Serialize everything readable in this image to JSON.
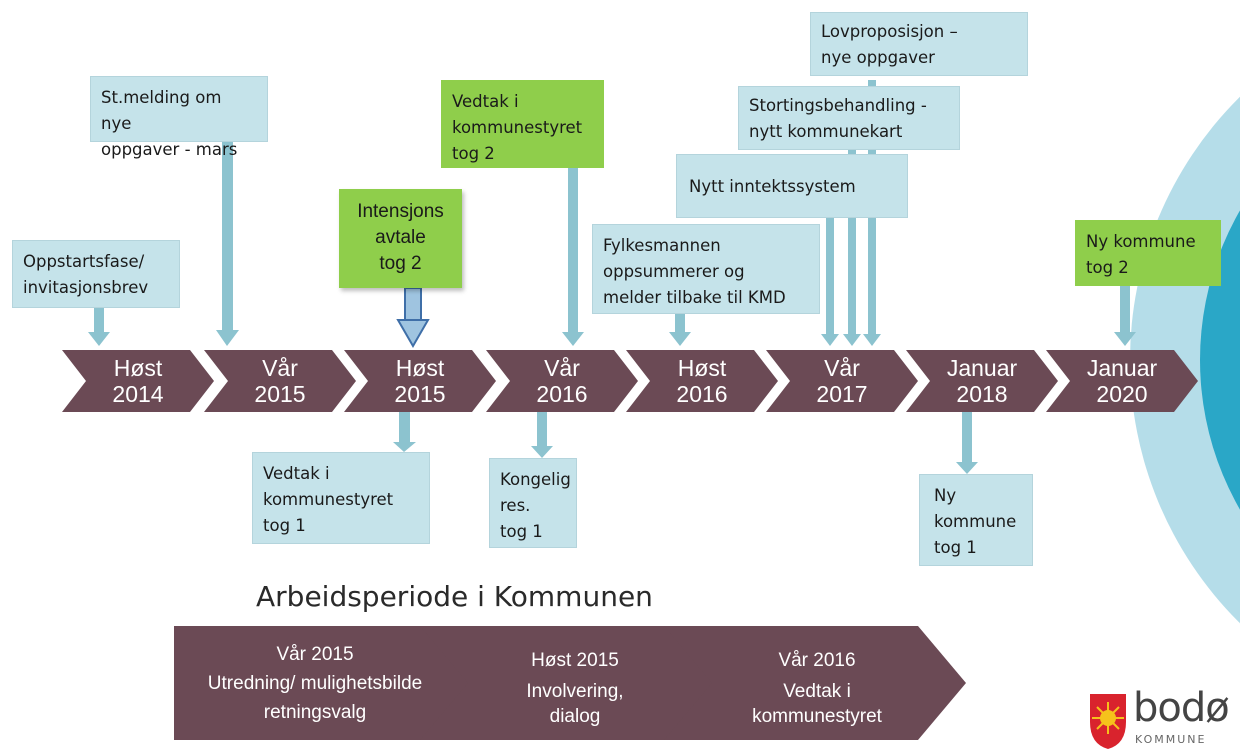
{
  "timeline": {
    "steps": [
      {
        "line1": "Høst",
        "line2": "2014"
      },
      {
        "line1": "Vår",
        "line2": "2015"
      },
      {
        "line1": "Høst",
        "line2": "2015"
      },
      {
        "line1": "Vår",
        "line2": "2016"
      },
      {
        "line1": "Høst",
        "line2": "2016"
      },
      {
        "line1": "Vår",
        "line2": "2017"
      },
      {
        "line1": "Januar",
        "line2": "2018"
      },
      {
        "line1": "Januar",
        "line2": "2020"
      }
    ]
  },
  "boxes": {
    "oppstart": [
      "Oppstartsfase/",
      "invitasjonsbrev"
    ],
    "stmelding": [
      "St.melding om nye",
      "oppgaver - mars"
    ],
    "intensjon": [
      "Intensjons",
      "avtale",
      "tog 2"
    ],
    "vedtak_tog2": [
      "Vedtak i",
      "kommunestyret",
      "tog 2"
    ],
    "fylkesmannen": [
      "Fylkesmannen",
      "oppsummerer og",
      "melder tilbake til KMD"
    ],
    "inntekt": [
      "Nytt inntektssystem"
    ],
    "storting": [
      "Stortingsbehandling -",
      "nytt kommunekart"
    ],
    "lovprop": [
      "Lovproposisjon –",
      "nye oppgaver"
    ],
    "ny_kommune_tog2": [
      "Ny kommune",
      "tog 2"
    ],
    "vedtak_tog1": [
      "Vedtak i",
      "kommunestyret",
      "tog 1"
    ],
    "kongelig": [
      "Kongelig",
      "res.",
      "tog 1"
    ],
    "ny_kommune_tog1": [
      "Ny",
      "kommune",
      "tog 1"
    ]
  },
  "work_period": {
    "title": "Arbeidsperiode i Kommunen",
    "phases": [
      {
        "lines": [
          "Vår 2015",
          "Utredning/ mulighetsbilde",
          "retningsvalg"
        ]
      },
      {
        "lines": [
          "Høst 2015",
          "Involvering,",
          "dialog"
        ]
      },
      {
        "lines": [
          "Vår 2016",
          "Vedtak i",
          "kommunestyret"
        ]
      }
    ]
  },
  "logo": {
    "name": "bodø",
    "sub": "KOMMUNE"
  },
  "colors": {
    "chevron": "#6b4a55",
    "box_blue": "#c5e3ea",
    "box_green": "#8fce4b",
    "arrow": "#8cc3cf",
    "circle_outer": "#b5dde9",
    "circle_inner": "#2aa7c7"
  }
}
